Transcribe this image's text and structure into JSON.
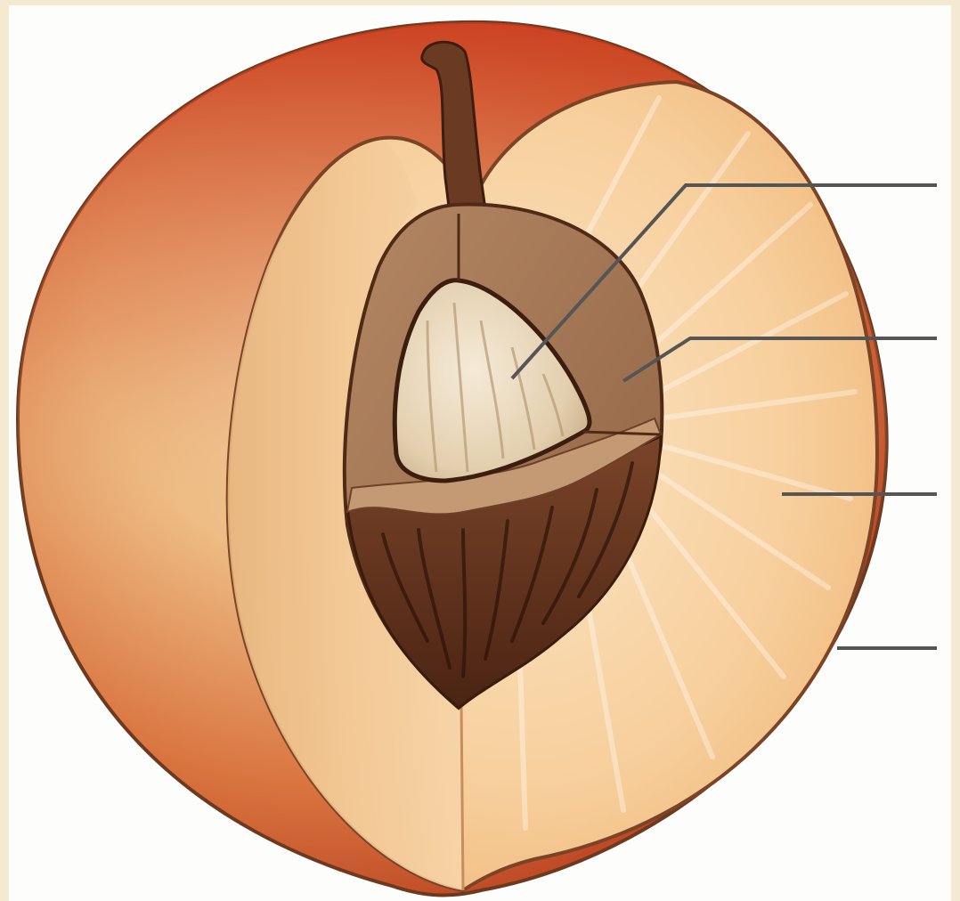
{
  "figure": {
    "subject": "peach-cross-section",
    "colors": {
      "page_border": "#f4ead2",
      "background": "#fdfdfb",
      "skin_red": "#c8401f",
      "skin_light": "#f1cf9c",
      "flesh_light": "#fbe2c0",
      "flesh_mid": "#f2bd82",
      "pit_shell": "#a47a55",
      "pit_outer_dark": "#5f321e",
      "seed": "#eadac0",
      "stem": "#6b3a22",
      "label_line": "#555555"
    },
    "callouts": [
      {
        "part": "seed",
        "label": ""
      },
      {
        "part": "endocarp",
        "label": ""
      },
      {
        "part": "mesocarp",
        "label": ""
      },
      {
        "part": "exocarp",
        "label": ""
      }
    ]
  }
}
